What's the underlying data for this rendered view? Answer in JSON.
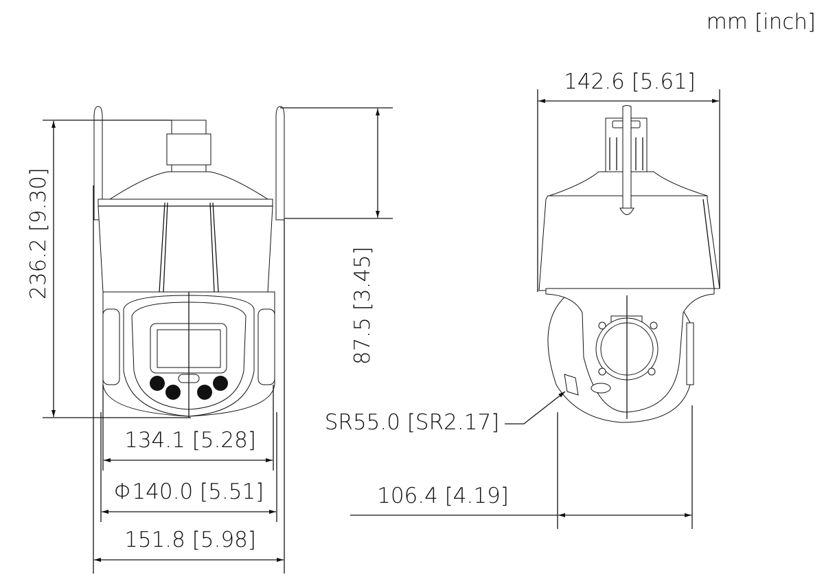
{
  "units": "mm [inch]",
  "front_view": {
    "height_total": "236.2 [9.30]",
    "antenna_height": "87.5 [3.45]",
    "width_body": "134.1 [5.28]",
    "diameter": "Φ140.0 [5.51]",
    "width_total": "151.8 [5.98]"
  },
  "side_view": {
    "width_top": "142.6 [5.61]",
    "sphere_radius": "SR55.0 [SR2.17]",
    "depth": "106.4 [4.19]"
  },
  "colors": {
    "line": "#111111",
    "background": "#ffffff"
  }
}
